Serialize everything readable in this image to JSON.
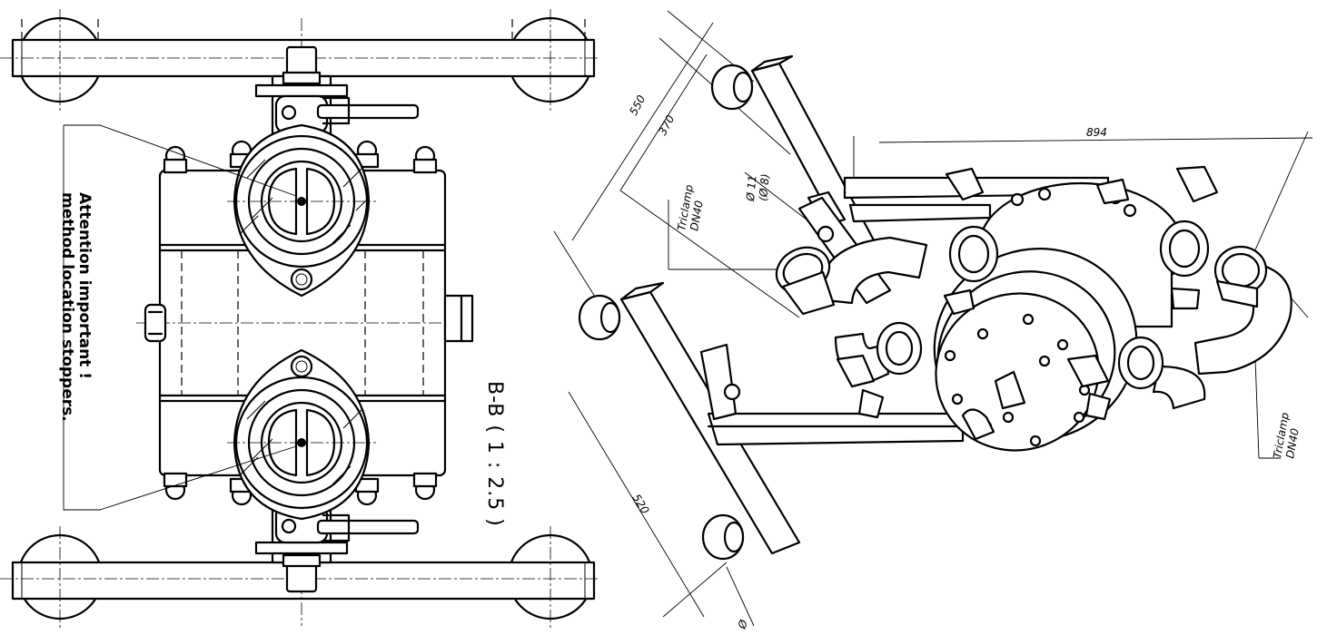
{
  "section_view": {
    "scale_label": "B-B ( 1 : 2.5 )",
    "note_line1": "Attention important !",
    "note_line2": "method location stoppers."
  },
  "iso_view": {
    "dims": {
      "overall_length": "894",
      "frame_depth_outer": "550",
      "frame_depth_inner": "370",
      "frame_width": "520",
      "hole_dia": "Ø 11",
      "hole_ref": "(Ø 8)"
    },
    "callout_upper": {
      "line1": "Triclamp",
      "line2": "DN40"
    },
    "callout_lower": {
      "line1": "Triclamp",
      "line2": "DN40"
    },
    "bottom_partial": "Ø"
  }
}
